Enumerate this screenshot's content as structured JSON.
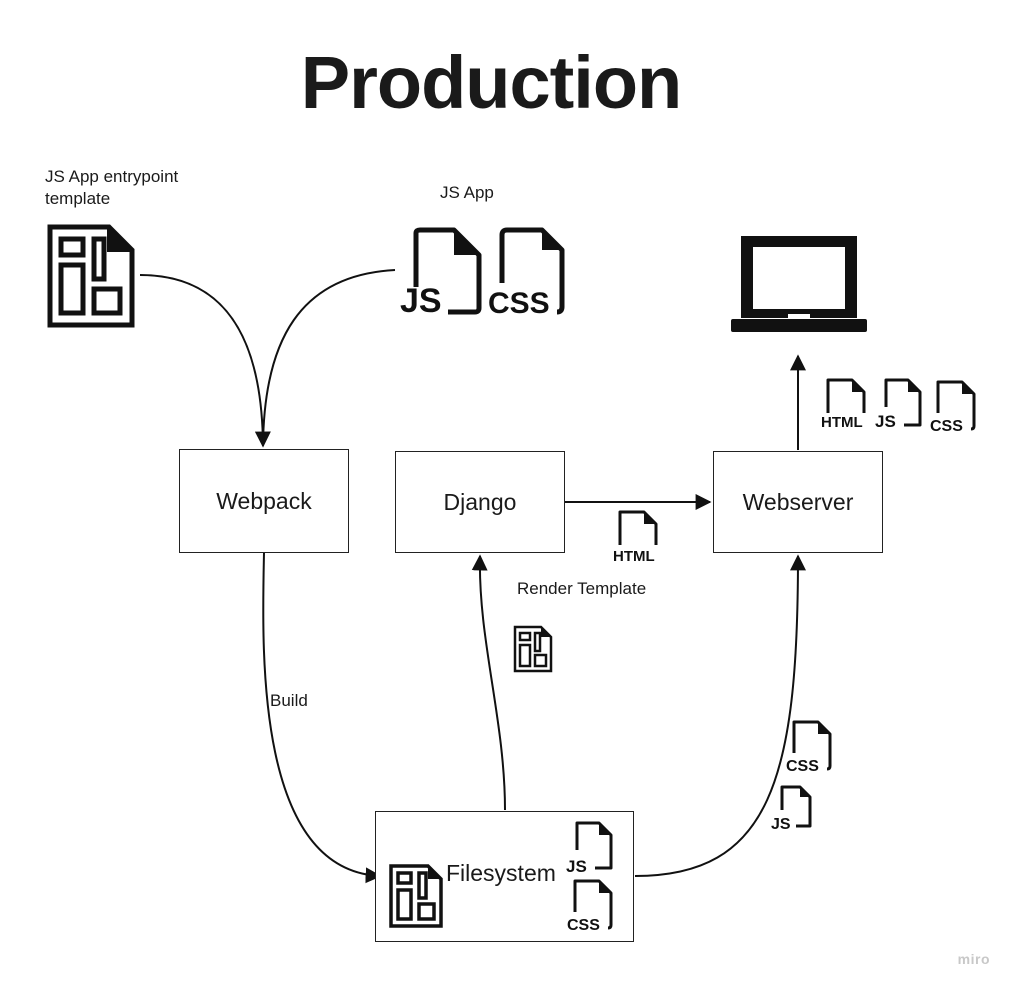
{
  "title": "Production",
  "labels": {
    "entrypoint_line1": "JS App entrypoint",
    "entrypoint_line2": "template",
    "js_app": "JS App",
    "build": "Build",
    "render_template": "Render Template"
  },
  "nodes": {
    "webpack": "Webpack",
    "django": "Django",
    "webserver": "Webserver",
    "filesystem": "Filesystem"
  },
  "file_tags": {
    "html": "HTML",
    "js": "JS",
    "css": "CSS"
  },
  "brand": "miro"
}
